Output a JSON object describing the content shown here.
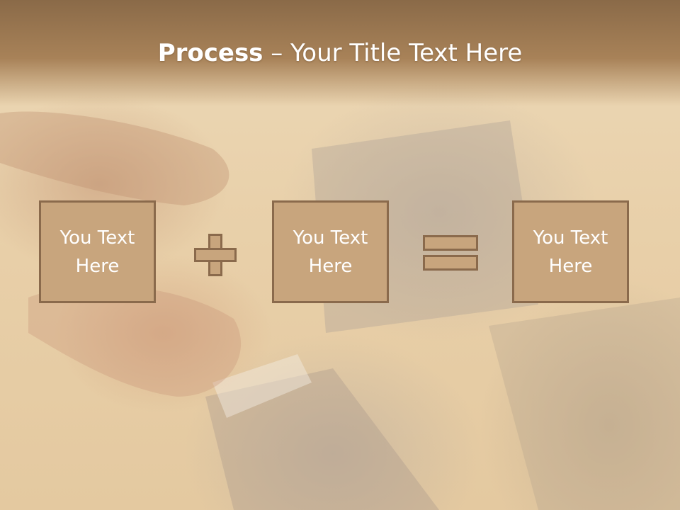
{
  "slide": {
    "title_bold": "Process",
    "title_rest": " – Your Title Text Here",
    "boxes": [
      {
        "text": "You Text\nHere"
      },
      {
        "text": "You Text\nHere"
      },
      {
        "text": "You Text\nHere"
      }
    ],
    "operators": [
      "plus",
      "equals"
    ],
    "colors": {
      "header": "#a88258",
      "box_fill": "#c8a57d",
      "box_border": "#8a6a4c",
      "text": "#ffffff"
    }
  },
  "background": {
    "description_icon": "praying-hands-with-prayer-beads-photo"
  }
}
